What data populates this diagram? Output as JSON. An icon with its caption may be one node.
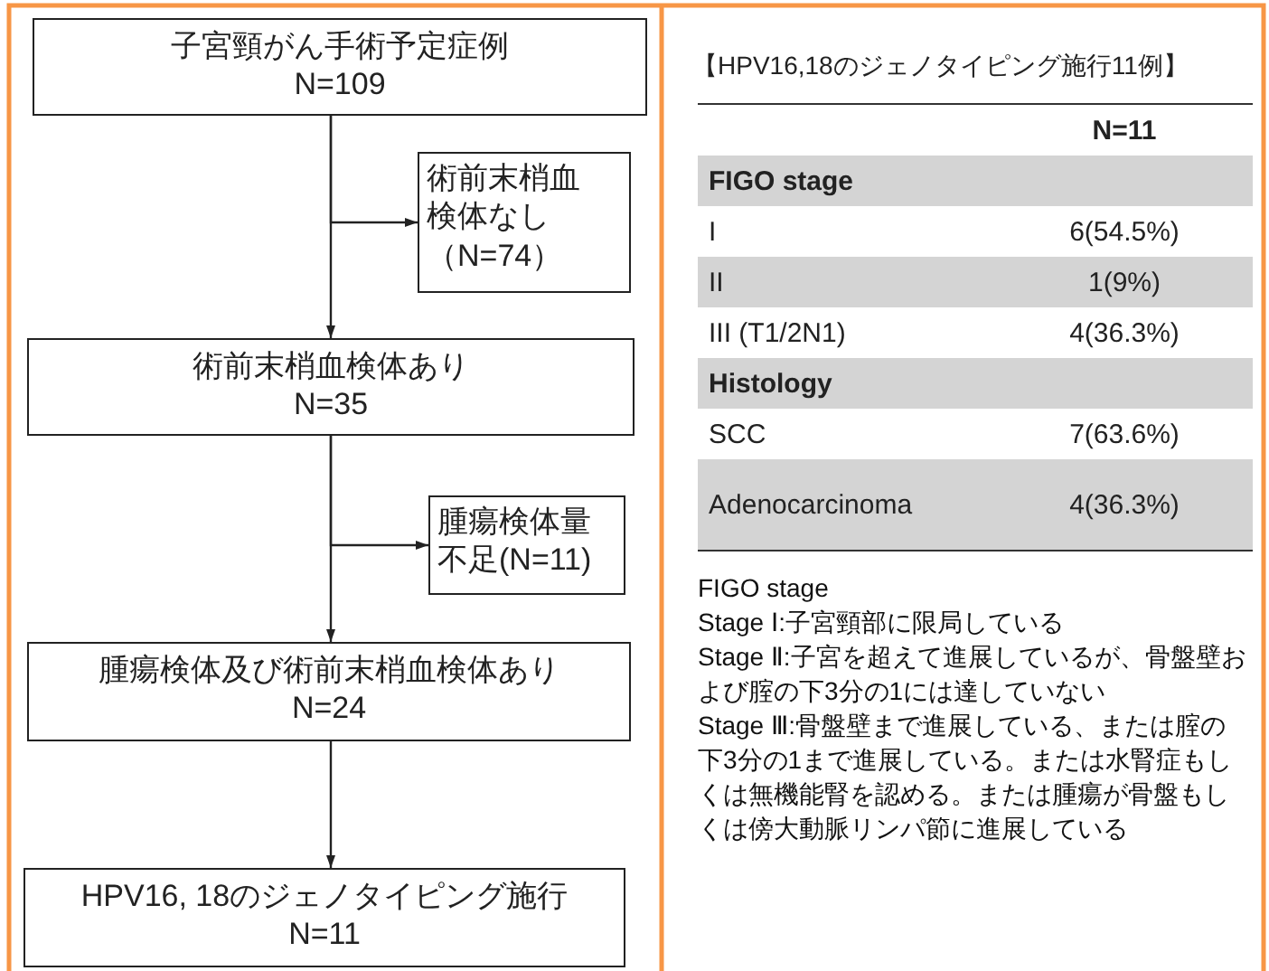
{
  "diagram": {
    "nodes": [
      {
        "text": [
          "子宮頸がん手術予定症例",
          "N=109"
        ]
      },
      {
        "text": [
          "術前末梢血検体なし",
          "（N=74）"
        ]
      },
      {
        "text": [
          "術前末梢血検体あり",
          "N=35"
        ]
      },
      {
        "text": [
          "腫瘍検体量不足(N=11)"
        ]
      },
      {
        "text": [
          "腫瘍検体及び術前末梢血検体あり",
          "N=24"
        ]
      },
      {
        "text": [
          "HPV16, 18のジェノタイピング施行",
          "N=11"
        ]
      }
    ],
    "edges": [
      {
        "from": 0,
        "to": 1,
        "arrow": "to"
      },
      {
        "from": 0,
        "to": 2,
        "arrow": "to"
      },
      {
        "from": 2,
        "to": 3,
        "arrow": "to"
      },
      {
        "from": 2,
        "to": 4,
        "arrow": "to"
      },
      {
        "from": 4,
        "to": 5,
        "arrow": "to"
      }
    ],
    "labels": [
      "【HPV16,18のジェノタイピング施行11例】",
      "N=11",
      "FIGO stage",
      "I",
      "6(54.5%)",
      "II",
      "1(9%)",
      "III (T1/2N1)",
      "4(36.3%)",
      "Histology",
      "SCC",
      "7(63.6%)",
      "Adenocarcinoma",
      "4(36.3%)",
      "FIGO stage",
      "Stage Ⅰ:子宮頸部に限局している",
      "Stage Ⅱ:子宮を超えて進展しているが、骨盤壁および腟の下3分の1には達していない",
      "Stage Ⅲ:骨盤壁まで進展している、または腟の下3分の1まで進展している。または水腎症もしくは無機能腎を認める。または腫瘍が骨盤もしくは傍大動脈リンパ節に進展している"
    ]
  }
}
